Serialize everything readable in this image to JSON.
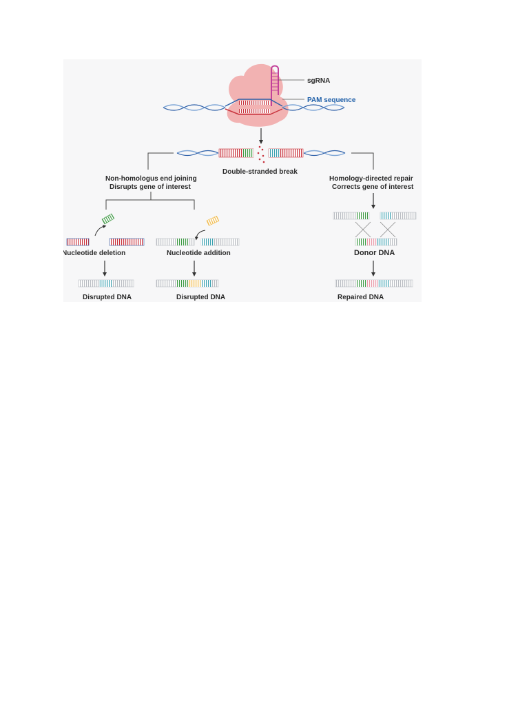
{
  "diagram": {
    "top_labels": {
      "sgrna": "sgRNA",
      "pam": "PAM sequence"
    },
    "break_label": "Double-stranded break",
    "nhej": {
      "line1": "Non-homologus end joining",
      "line2": "Disrupts gene of interest"
    },
    "hdr": {
      "line1": "Homology-directed repair",
      "line2": "Corrects gene of interest"
    },
    "deletion": {
      "label": "Nucleotide deletion",
      "result": "Disrupted DNA"
    },
    "addition": {
      "label": "Nucleotide addition",
      "result": "Disrupted DNA"
    },
    "donor": {
      "label": "Donor DNA",
      "result": "Repaired DNA"
    },
    "colors": {
      "red": "#c8333d",
      "blue": "#2d5fa8",
      "green": "#3f9a45",
      "teal": "#3aa0b0",
      "pink": "#e89aa8",
      "yellow": "#f0b845",
      "grey": "#b9bcc2",
      "cas9": "#f1a6a6",
      "sgrna": "#c2409a"
    }
  }
}
